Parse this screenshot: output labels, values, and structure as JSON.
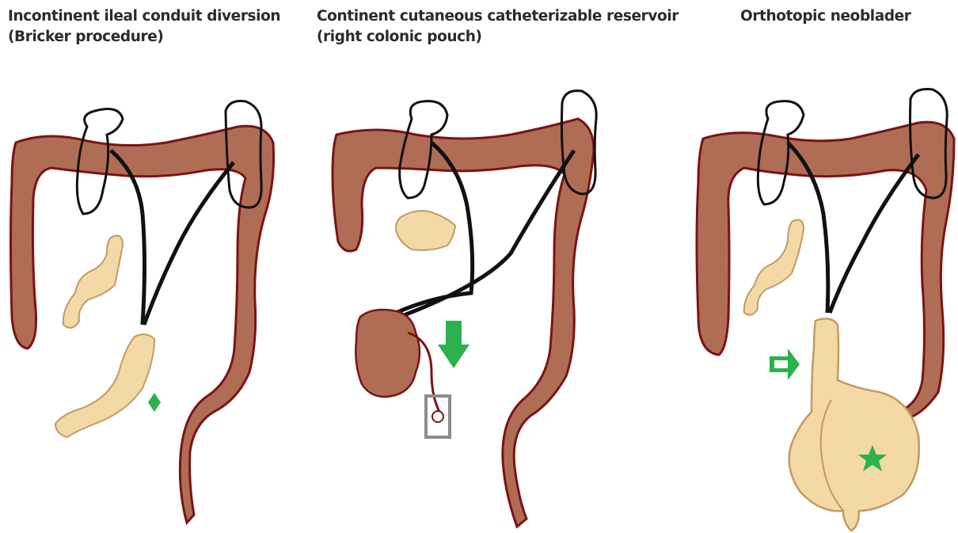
{
  "panels": [
    {
      "title_line1": "Incontinent ileal conduit diversion",
      "title_line2": "(Bricker procedure)"
    },
    {
      "title_line1": "Continent cutaneous catheterizable reservoir",
      "title_line2": "(right colonic pouch)"
    },
    {
      "title_line1": "Orthotopic neoblader",
      "title_line2": ""
    }
  ],
  "colors": {
    "colon_fill": "#b06d56",
    "colon_outline": "#7a1414",
    "ileum_fill": "#f2d9a6",
    "ileum_outline": "#c49a63",
    "kidney_outline": "#111111",
    "ureter": "#111111",
    "marker_green": "#2bb24c",
    "stoma_gray": "#8c8c8c"
  },
  "markers": {
    "panel1": "diamond-icon",
    "panel2": "down-arrow-icon",
    "panel3_arrow": "right-arrow-icon",
    "panel3_star": "star-icon"
  }
}
